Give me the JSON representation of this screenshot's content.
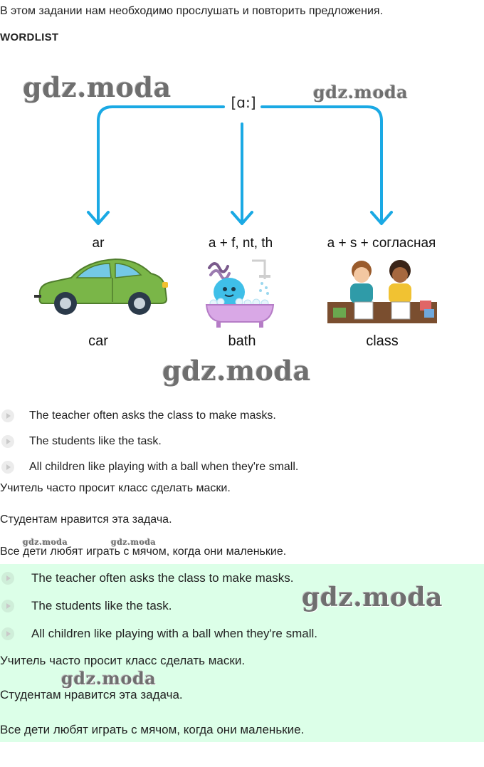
{
  "intro": "В этом задании нам необходимо прослушать и повторить предложения.",
  "wordlist_heading": "WORDLIST",
  "watermark": "gdz.moda",
  "diagram": {
    "phoneme": "[ɑ:]",
    "branches": [
      {
        "rule": "ar",
        "word": "car"
      },
      {
        "rule": "a + f, nt, th",
        "word": "bath"
      },
      {
        "rule": "a + s + согласная",
        "word": "class"
      }
    ],
    "arrow_color": "#1aa9e4"
  },
  "audio_sentences": [
    "The teacher often asks the class to make masks.",
    "The students like the task.",
    "All children like playing with a ball when they're small."
  ],
  "translations": [
    "Учитель часто просит класс сделать маски.",
    "Студентам нравится эта задача.",
    "Все дети любят играть с мячом, когда они маленькие."
  ],
  "answer_block": {
    "background": "#dcffe8",
    "audio_sentences": [
      "The teacher often asks the class to make masks.",
      "The students like the task.",
      "All children like playing with a ball when they're small."
    ],
    "translations": [
      "Учитель часто просит класс сделать маски.",
      "Студентам нравится эта задача.",
      "Все дети любят играть с мячом, когда они маленькие."
    ]
  }
}
